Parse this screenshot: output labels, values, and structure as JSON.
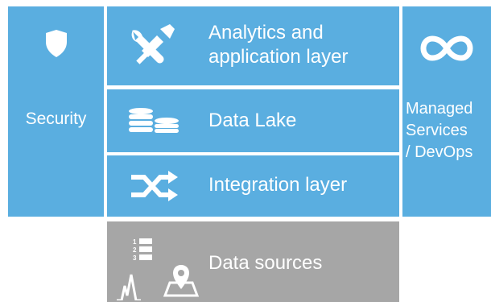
{
  "colors": {
    "blue": "#5aaee0",
    "gray": "#a6a6a6",
    "text": "#ffffff"
  },
  "security": {
    "label": "Security",
    "icon": "shield-icon"
  },
  "layers": {
    "analytics": {
      "label_line1": "Analytics and",
      "label_line2": "application layer",
      "icon": "tools-icon"
    },
    "data_lake": {
      "label": "Data Lake",
      "icon": "database-stack-icon"
    },
    "integration": {
      "label": "Integration layer",
      "icon": "shuffle-icon"
    },
    "data_sources": {
      "label": "Data sources",
      "icons": [
        "numbered-list-icon",
        "waveform-icon",
        "map-pin-icon"
      ]
    }
  },
  "managed": {
    "label_line1": "Managed",
    "label_line2": "Services",
    "label_line3": "/ DevOps",
    "icon": "infinity-icon"
  }
}
